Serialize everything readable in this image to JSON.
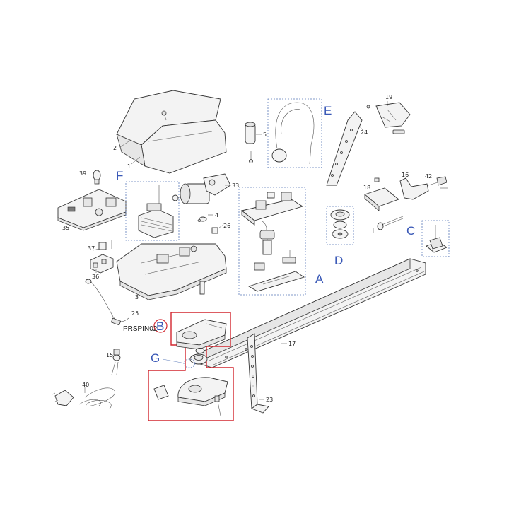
{
  "diagram": {
    "part_numbers": [
      "1",
      "2",
      "3",
      "4",
      "5",
      "15",
      "16",
      "17",
      "18",
      "19",
      "23",
      "24",
      "25",
      "26",
      "33",
      "35",
      "36",
      "37",
      "39",
      "40",
      "42"
    ],
    "group_letters": [
      "A",
      "B",
      "C",
      "D",
      "E",
      "F",
      "G"
    ],
    "part_code": "PRSPIN02",
    "colors": {
      "group_box": "#5a79b9",
      "group_letter": "#3857b6",
      "highlight": "#d2262f"
    }
  }
}
